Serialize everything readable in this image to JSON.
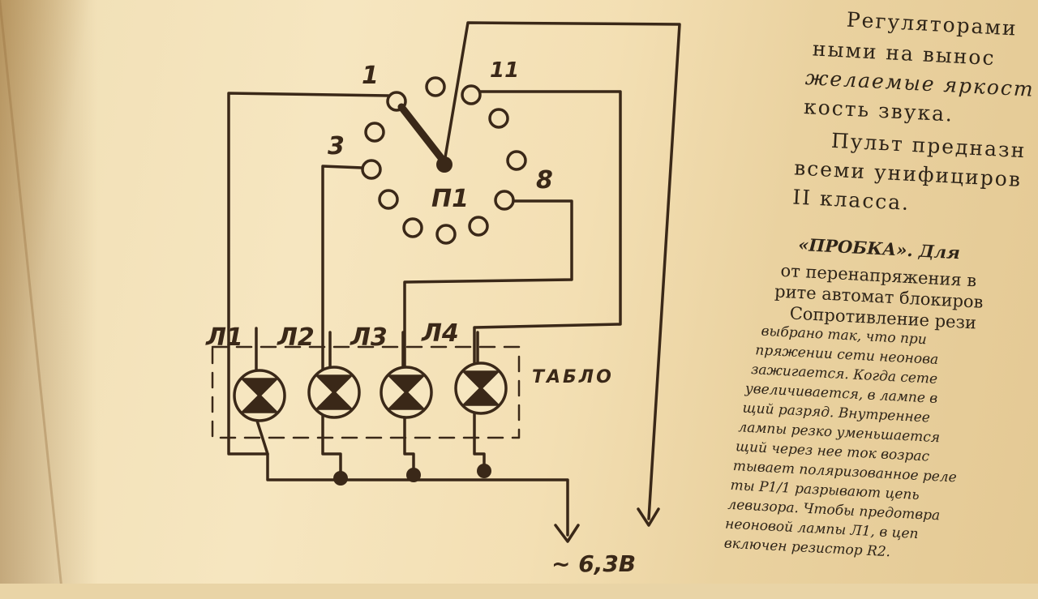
{
  "schematic": {
    "switch_label": "П1",
    "position_labels": {
      "p1": "1",
      "p3": "3",
      "p8": "8",
      "p11": "11"
    },
    "lamp_labels": [
      "Л1",
      "Л2",
      "Л3",
      "Л4"
    ],
    "panel_label": "ТАБЛО",
    "supply_label": "~ 6,3В"
  },
  "text_lines": [
    "Регуляторами",
    "ными на вынос",
    "желаемые яркост",
    "кость звука.",
    "Пульт предназн",
    "всеми унифициров",
    "II класса.",
    "«ПРОБКА». Для",
    "от перенапряжения в",
    "рите автомат блокиров",
    "Сопротивление рези",
    "выбрано так, что при",
    "пряжении сети неонова",
    "зажигается. Когда сете",
    "увеличивается, в лампе в",
    "щий разряд. Внутреннее",
    "лампы резко уменьшается",
    "щий через нее ток возрас",
    "тывает поляризованное реле",
    "ты Р1/1 разрывают цепь",
    "левизора. Чтобы предотвра",
    "неоновой лампы Л1, в цеп",
    "включен резистор R2."
  ],
  "colors": {
    "paper": "#f3e2b8",
    "ink": "#3a2818",
    "print": "#2e2418"
  }
}
